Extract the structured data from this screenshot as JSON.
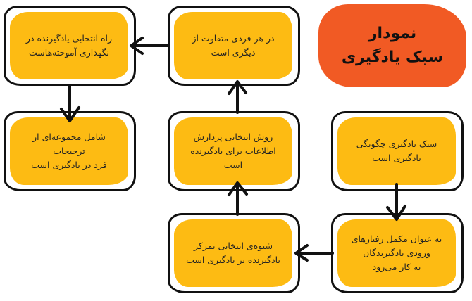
{
  "title": {
    "line1": "نمودار",
    "line2": "سبک یادگیری",
    "color": "#f15a24"
  },
  "box_color": "#fdbb13",
  "boxes": [
    {
      "id": "b1",
      "text": "سبک یادگیری چگونگی\nیادگیری است"
    },
    {
      "id": "b2",
      "text": "به عنوان مکمل رفتارهای\nورودی یادگیرندگان\nبه کار می‌رود"
    },
    {
      "id": "b3",
      "text": "شیوه‌ی انتخابی تمرکز\nیادگیرنده بر یادگیری است"
    },
    {
      "id": "b4",
      "text": "روش انتخابی پردازش\nاطلاعات برای یادگیرنده است"
    },
    {
      "id": "b5",
      "text": "در هر فردی متفاوت از\nدیگری است"
    },
    {
      "id": "b6",
      "text": "راه انتخابی یادگیرنده در\nنگهداری آموخته‌هاست"
    },
    {
      "id": "b7",
      "text": "شامل مجموعه‌ای از ترجیحات\nفرد در یادگیری است"
    }
  ],
  "flow": [
    "b1 → b2",
    "b2 → b3",
    "b3 → b4",
    "b4 → b5",
    "b5 → b6",
    "b6 → b7"
  ]
}
